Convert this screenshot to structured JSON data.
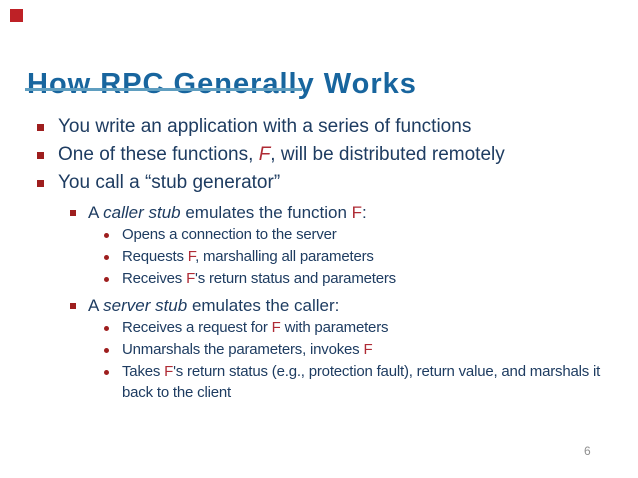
{
  "slide": {
    "title": "How RPC Generally Works",
    "page_number": "6",
    "colors": {
      "title_blue": "#18659E",
      "body_navy": "#1E3C61",
      "bullet_red": "#9E1E1E",
      "f_red": "#AF2B35",
      "underline_blue": "#5F9EC0",
      "corner_red": "#BE2126",
      "page_number_gray": "#8F8F8F",
      "background": "#FFFFFF"
    },
    "bullets": [
      {
        "level": 1,
        "segments": [
          {
            "text": "You write an application with a series of functions"
          }
        ]
      },
      {
        "level": 1,
        "segments": [
          {
            "text": "One of these functions, "
          },
          {
            "text": "F",
            "style": "red-italic"
          },
          {
            "text": ", will be distributed remotely"
          }
        ]
      },
      {
        "level": 1,
        "segments": [
          {
            "text": "You call a “stub generator”"
          }
        ]
      },
      {
        "level": 2,
        "segments": [
          {
            "text": "A "
          },
          {
            "text": "caller stub",
            "style": "italic"
          },
          {
            "text": " emulates the function "
          },
          {
            "text": "F",
            "style": "red"
          },
          {
            "text": ":"
          }
        ]
      },
      {
        "level": 3,
        "segments": [
          {
            "text": "Opens a connection to the server"
          }
        ]
      },
      {
        "level": 3,
        "segments": [
          {
            "text": "Requests "
          },
          {
            "text": "F",
            "style": "red"
          },
          {
            "text": ", marshalling all parameters"
          }
        ]
      },
      {
        "level": 3,
        "segments": [
          {
            "text": "Receives "
          },
          {
            "text": "F",
            "style": "red"
          },
          {
            "text": "'s return status and parameters"
          }
        ]
      },
      {
        "level": 2,
        "segments": [
          {
            "text": "A "
          },
          {
            "text": "server stub",
            "style": "italic"
          },
          {
            "text": " emulates the caller:"
          }
        ]
      },
      {
        "level": 3,
        "segments": [
          {
            "text": "Receives a request for "
          },
          {
            "text": "F",
            "style": "red"
          },
          {
            "text": " with parameters"
          }
        ]
      },
      {
        "level": 3,
        "segments": [
          {
            "text": "Unmarshals the parameters, invokes "
          },
          {
            "text": "F",
            "style": "red"
          }
        ]
      },
      {
        "level": 3,
        "wrap": true,
        "segments": [
          {
            "text": "Takes "
          },
          {
            "text": "F",
            "style": "red"
          },
          {
            "text": "'s return status (e.g., protection fault), return value, and marshals it back to the client"
          }
        ]
      }
    ]
  }
}
